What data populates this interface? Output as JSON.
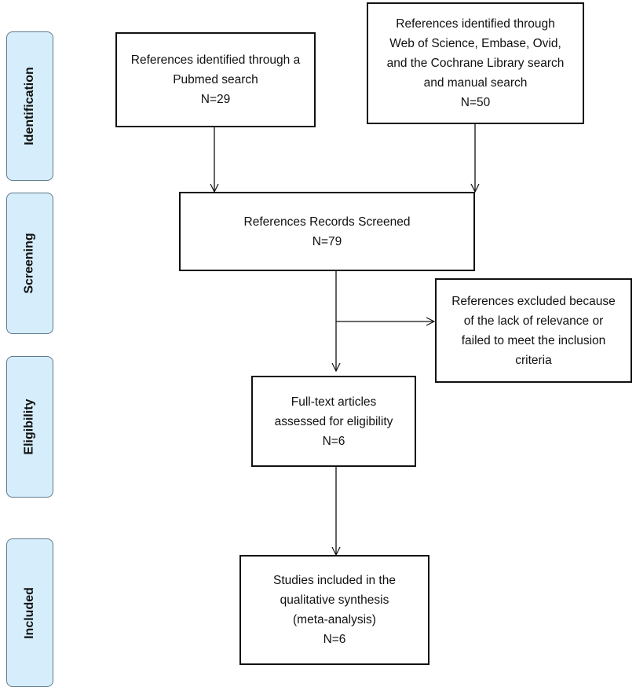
{
  "phases": {
    "identification": "Identification",
    "screening": "Screening",
    "eligibility": "Eligibility",
    "included": "Included"
  },
  "boxes": {
    "pubmed": {
      "lines": [
        "References identified through a",
        "Pubmed search"
      ],
      "count": "N=29"
    },
    "other_db": {
      "lines": [
        "References identified through",
        "Web of Science, Embase, Ovid,",
        "and the Cochrane Library search",
        "and manual search"
      ],
      "count": "N=50"
    },
    "screened": {
      "lines": [
        "References Records Screened"
      ],
      "count": "N=79"
    },
    "excluded": {
      "lines": [
        "References excluded because",
        "of the lack of relevance or",
        "failed to meet the inclusion",
        "criteria"
      ]
    },
    "fulltext": {
      "lines": [
        "Full-text articles",
        "assessed for eligibility"
      ],
      "count": "N=6"
    },
    "included": {
      "lines": [
        "Studies included in the",
        "qualitative synthesis",
        "(meta-analysis)"
      ],
      "count": "N=6"
    }
  }
}
